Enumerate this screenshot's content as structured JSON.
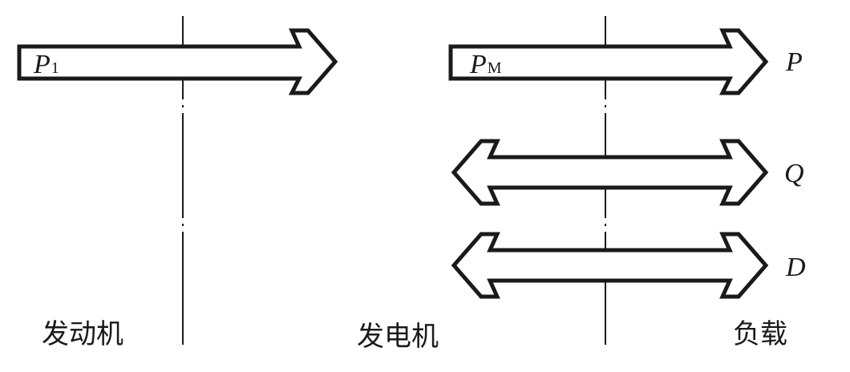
{
  "diagram": {
    "engine_power_label": {
      "main": "P",
      "sub": "1"
    },
    "motor_power_label": {
      "main": "P",
      "sub": "M"
    },
    "flow_labels": {
      "p": "P",
      "q": "Q",
      "d": "D"
    },
    "captions": {
      "engine": "发动机",
      "generator": "发电机",
      "load": "负载"
    }
  }
}
